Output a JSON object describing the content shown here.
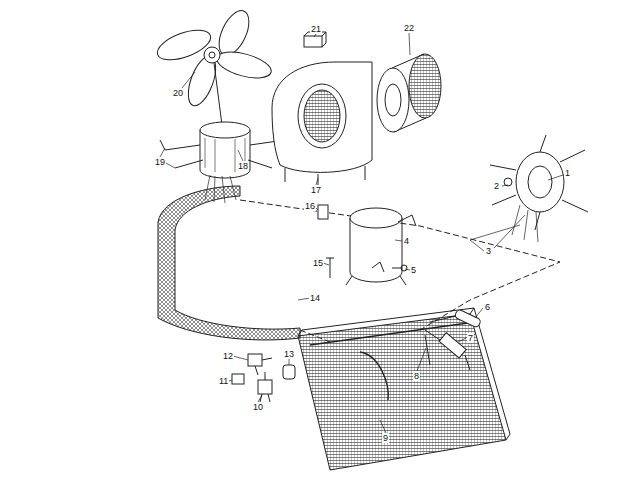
{
  "diagram": {
    "labels": [
      "21",
      "22",
      "20",
      "19",
      "18",
      "1",
      "2",
      "17",
      "16",
      "4",
      "3",
      "15",
      "5",
      "14",
      "6",
      "7",
      "12",
      "13",
      "11",
      "8",
      "10",
      "9"
    ]
  }
}
